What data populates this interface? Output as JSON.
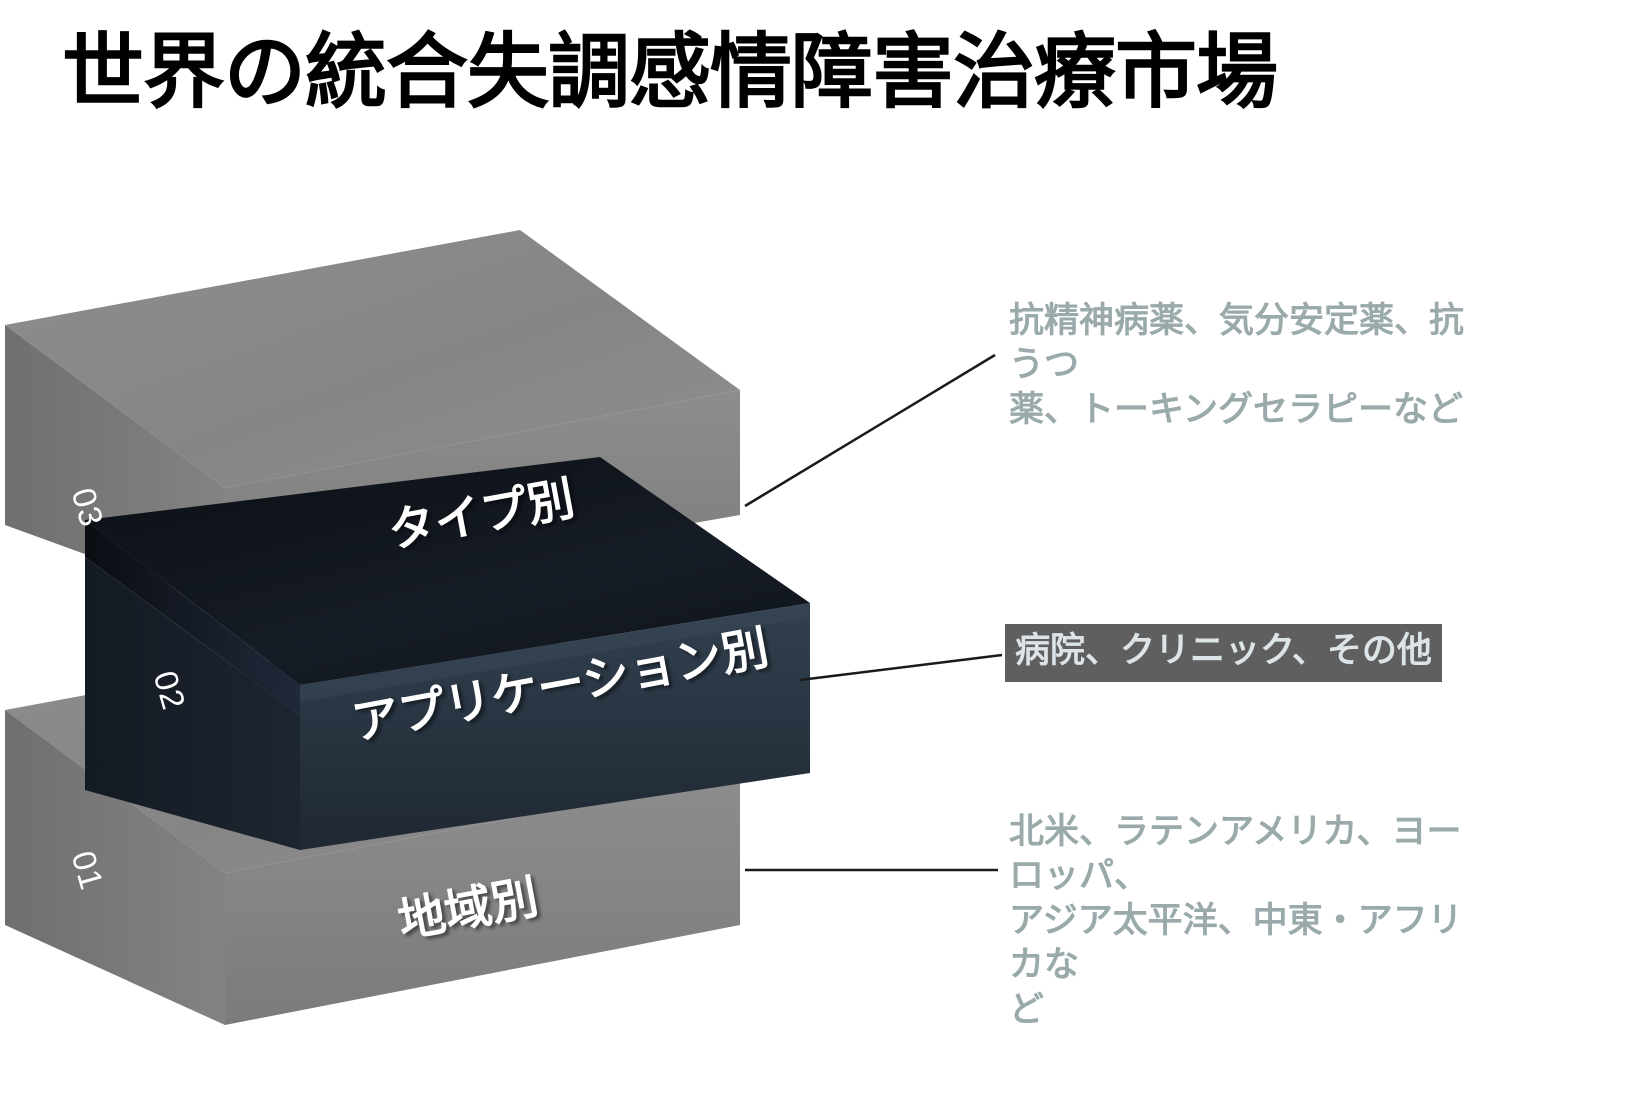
{
  "title": "世界の統合失調感情障害治療市場",
  "segments": [
    {
      "number": "03",
      "face_label": "タイプ別",
      "annotation": "抗精神病薬、気分安定薬、抗うつ\n薬、トーキングセラピーなど",
      "highlighted": false,
      "box_color": "#808080"
    },
    {
      "number": "02",
      "face_label": "アプリケーション別",
      "annotation": "病院、クリニック、その他",
      "highlighted": true,
      "box_color": "#222c3a"
    },
    {
      "number": "01",
      "face_label": "地域別",
      "annotation": "北米、ラテンアメリカ、ヨーロッパ、\nアジア太平洋、中東・アフリカな\nど",
      "highlighted": false,
      "box_color": "#808080"
    }
  ],
  "colors": {
    "title_text": "#000000",
    "annotation_text": "#9aaaab",
    "highlight_background": "#5f5f5f",
    "highlight_text": "#dce4e8",
    "gray_box_top": "#8a8a8a",
    "gray_box_front": "#808080",
    "gray_box_side": "#6e6e6e",
    "dark_box_top": "#13181f",
    "dark_box_front": "#2b3646",
    "dark_box_side": "#161c25",
    "connector_line": "#1a1a1a",
    "page_background": "#ffffff"
  }
}
